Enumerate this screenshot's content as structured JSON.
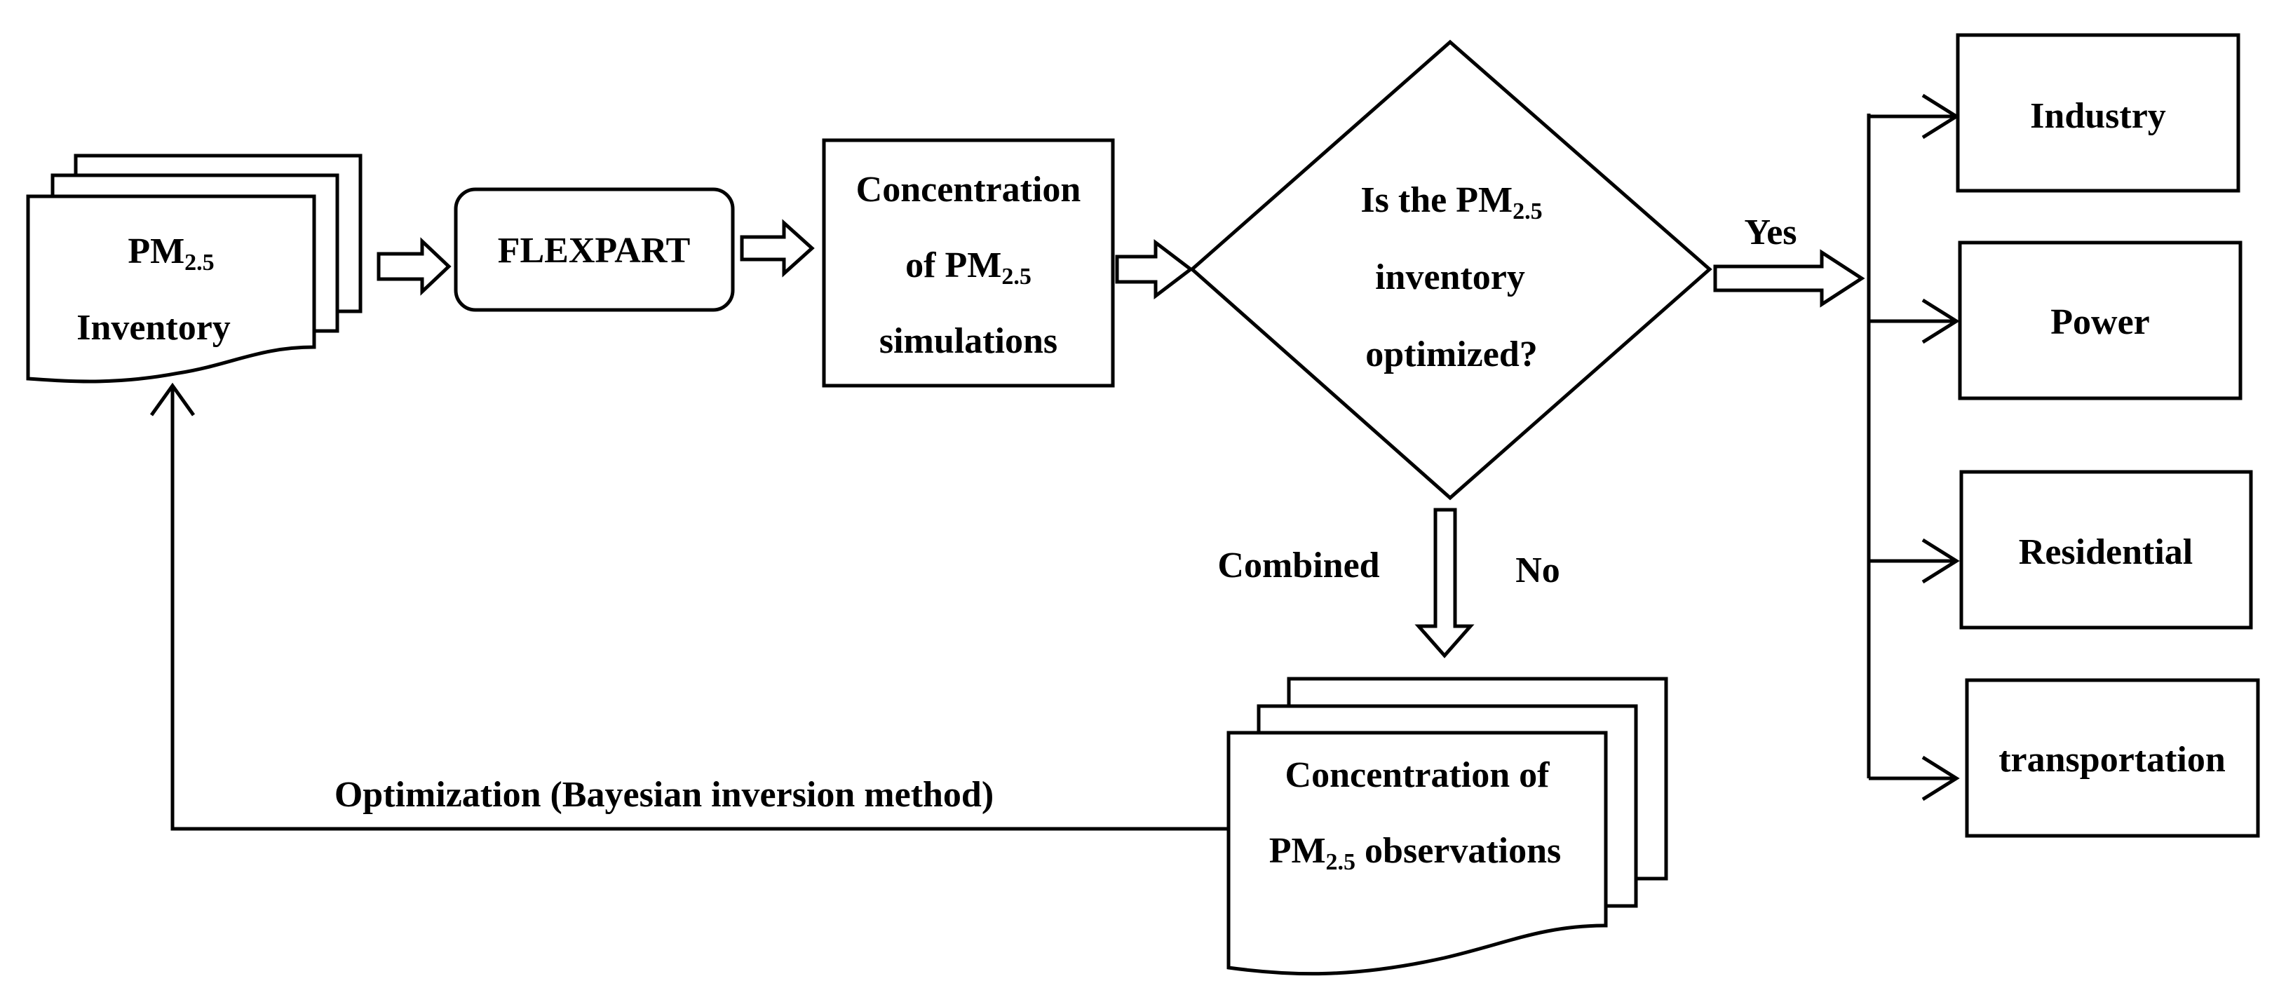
{
  "nodes": {
    "inventory": {
      "line1_main": "PM",
      "line1_sub": "2.5",
      "line2": "Inventory"
    },
    "flexpart": {
      "label": "FLEXPART"
    },
    "simulations": {
      "line1": "Concentration",
      "line2_main": "of PM",
      "line2_sub": "2.5",
      "line3": "simulations"
    },
    "decision": {
      "line1_main": "Is the PM",
      "line1_sub": "2.5",
      "line2": "inventory",
      "line3": "optimized?"
    },
    "observations": {
      "line1": "Concentration of",
      "line2_main": "PM",
      "line2_sub": "2.5",
      "line2_rest": " observations"
    },
    "sectors": [
      "Industry",
      "Power",
      "Residential",
      "transportation"
    ]
  },
  "edges": {
    "yes": "Yes",
    "no": "No",
    "combined": "Combined",
    "optimization": "Optimization (Bayesian inversion method)"
  }
}
